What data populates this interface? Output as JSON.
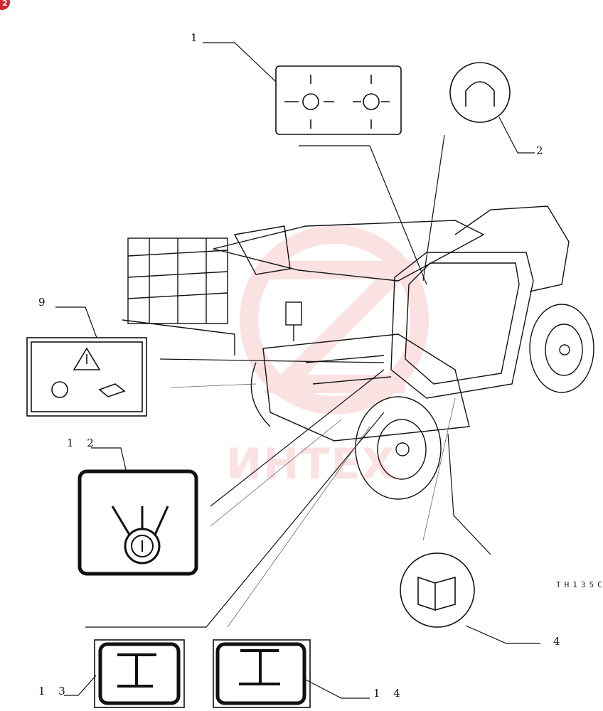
{
  "corner_badge": "2",
  "watermark": "ИНТЕХ",
  "drawing_code": "TH135C",
  "callouts": {
    "c1": "1",
    "c2": "2",
    "c4": "4",
    "c9": "9",
    "c12": "1 2",
    "c13": "1 3",
    "c14": "1 4"
  },
  "icons": [
    "joystick-decal-icon",
    "helmet-icon",
    "warning-triangle-icon",
    "brake-icon",
    "manual-book-icon",
    "key-switch-icon",
    "steering-mode-icon",
    "open-book-icon"
  ]
}
